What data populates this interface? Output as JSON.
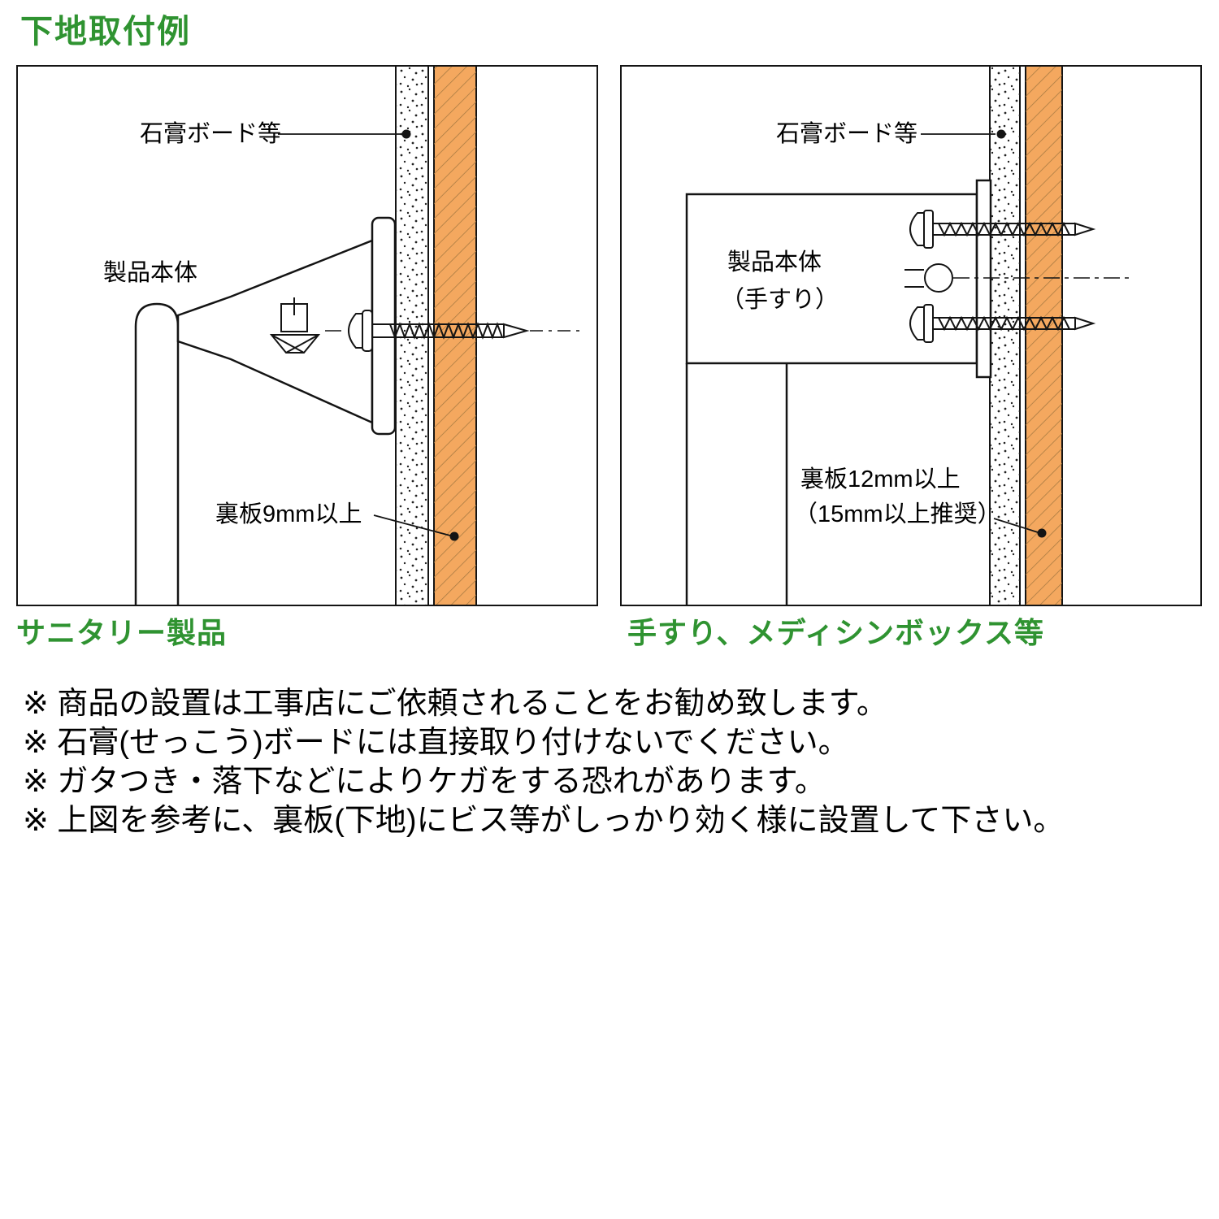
{
  "title": "下地取付例",
  "colors": {
    "accent_green": "#2f9331",
    "board_orange": "#f4a85f",
    "line_black": "#141414"
  },
  "left_panel": {
    "caption": "サニタリー製品",
    "labels": {
      "gypsum_board": "石膏ボード等",
      "product_body": "製品本体",
      "backing_board": "裏板9mm以上"
    }
  },
  "right_panel": {
    "caption": "手すり、メディシンボックス等",
    "labels": {
      "gypsum_board": "石膏ボード等",
      "product_body_line1": "製品本体",
      "product_body_line2": "（手すり）",
      "backing_board_line1": "裏板12mm以上",
      "backing_board_line2": "（15mm以上推奨）"
    }
  },
  "notes": [
    "※ 商品の設置は工事店にご依頼されることをお勧め致します。",
    "※ 石膏(せっこう)ボードには直接取り付けないでください。",
    "※ ガタつき・落下などによりケガをする恐れがあります。",
    "※ 上図を参考に、裏板(下地)にビス等がしっかり効く様に設置して下さい。"
  ]
}
